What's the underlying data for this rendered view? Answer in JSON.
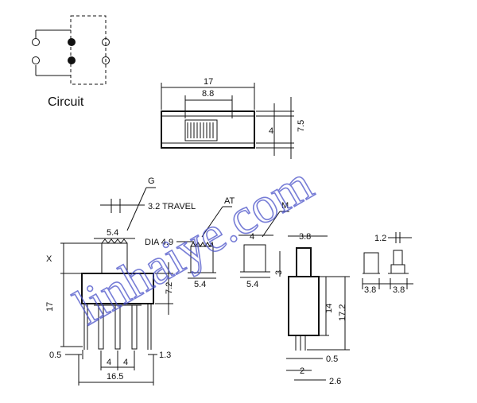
{
  "circuit": {
    "label": "Circuit"
  },
  "top_view": {
    "dim_17": "17",
    "dim_8_8": "8.8",
    "dim_4": "4",
    "dim_7_5": "7.5"
  },
  "front_view": {
    "label_g": "G",
    "travel": "3.2  TRAVEL",
    "dim_5_4": "5.4",
    "dim_x": "X",
    "dim_17": "17",
    "dim_7_2": "7.2",
    "dim_0_5": "0.5",
    "dim_4a": "4",
    "dim_4b": "4",
    "dim_1_3": "1.3",
    "dim_16_5": "16.5"
  },
  "actuator_at": {
    "label": "AT",
    "dia": "DIA 4.9",
    "dim_5_4": "5.4"
  },
  "actuator_m": {
    "label": "M",
    "dim_4": "4",
    "dim_3": "3",
    "dim_5_4": "5.4"
  },
  "side_view": {
    "dim_3_8": "3.8",
    "dim_14": "14",
    "dim_17_2": "17.2",
    "dim_0_5": "0.5",
    "dim_2": "2",
    "dim_2_6": "2.6"
  },
  "small_views": {
    "dim_1_2": "1.2",
    "dim_3_8a": "3.8",
    "dim_3_8b": "3.8"
  },
  "watermark": "linhaiye.com"
}
